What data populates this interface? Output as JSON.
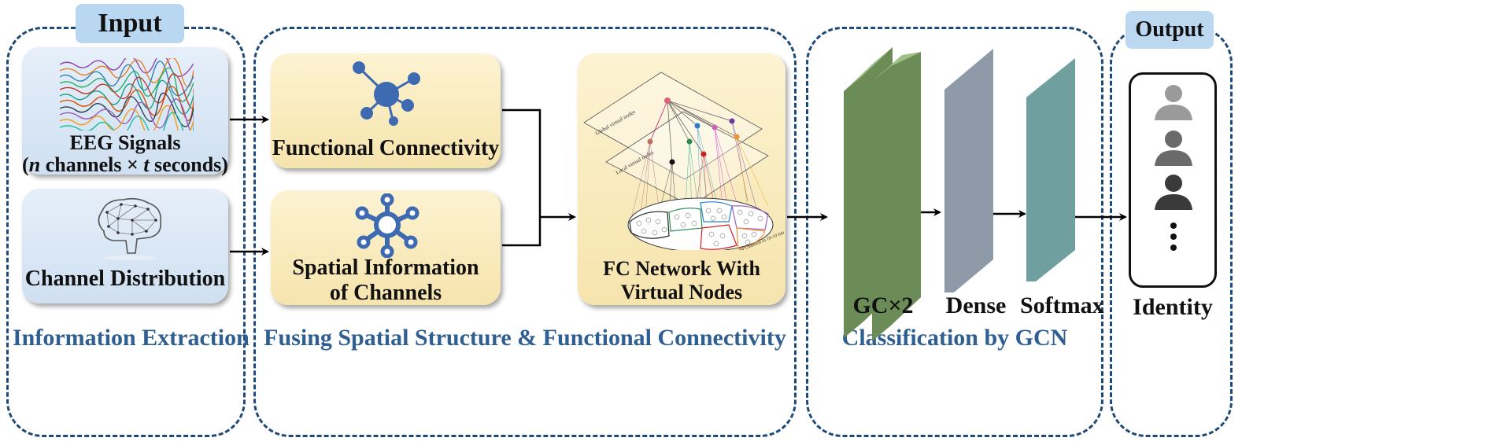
{
  "input_tag": "Input",
  "output_tag": "Output",
  "sections": {
    "extraction": "Information Extraction",
    "fusion": "Fusing Spatial Structure & Functional Connectivity",
    "classification": "Classification by GCN"
  },
  "eeg": {
    "title": "EEG Signals",
    "var_n": "n",
    "mid": " channels × ",
    "var_t": "t",
    "end": " seconds)",
    "open_paren": "("
  },
  "channel_distribution": "Channel Distribution",
  "functional_connectivity": "Functional Connectivity",
  "spatial": {
    "line1": "Spatial Information",
    "line2": "of Channels"
  },
  "fc_network": {
    "line1": "FC Network With",
    "line2": "Virtual Nodes",
    "global_label": "Global virtual nodes",
    "local_label": "Local virtual nodes",
    "montage_label": "64 Channels in 10-10 International System"
  },
  "layers": {
    "gc": "GC×2",
    "dense": "Dense",
    "softmax": "Softmax"
  },
  "identity": "Identity",
  "colors": {
    "section_border": "#1f4a78",
    "section_label": "#2f5f92",
    "gc_layer": "#6b8c57",
    "dense_layer": "#8e9aa8",
    "softmax_layer": "#6f9f9e",
    "node_icon": "#3d6ab0"
  }
}
